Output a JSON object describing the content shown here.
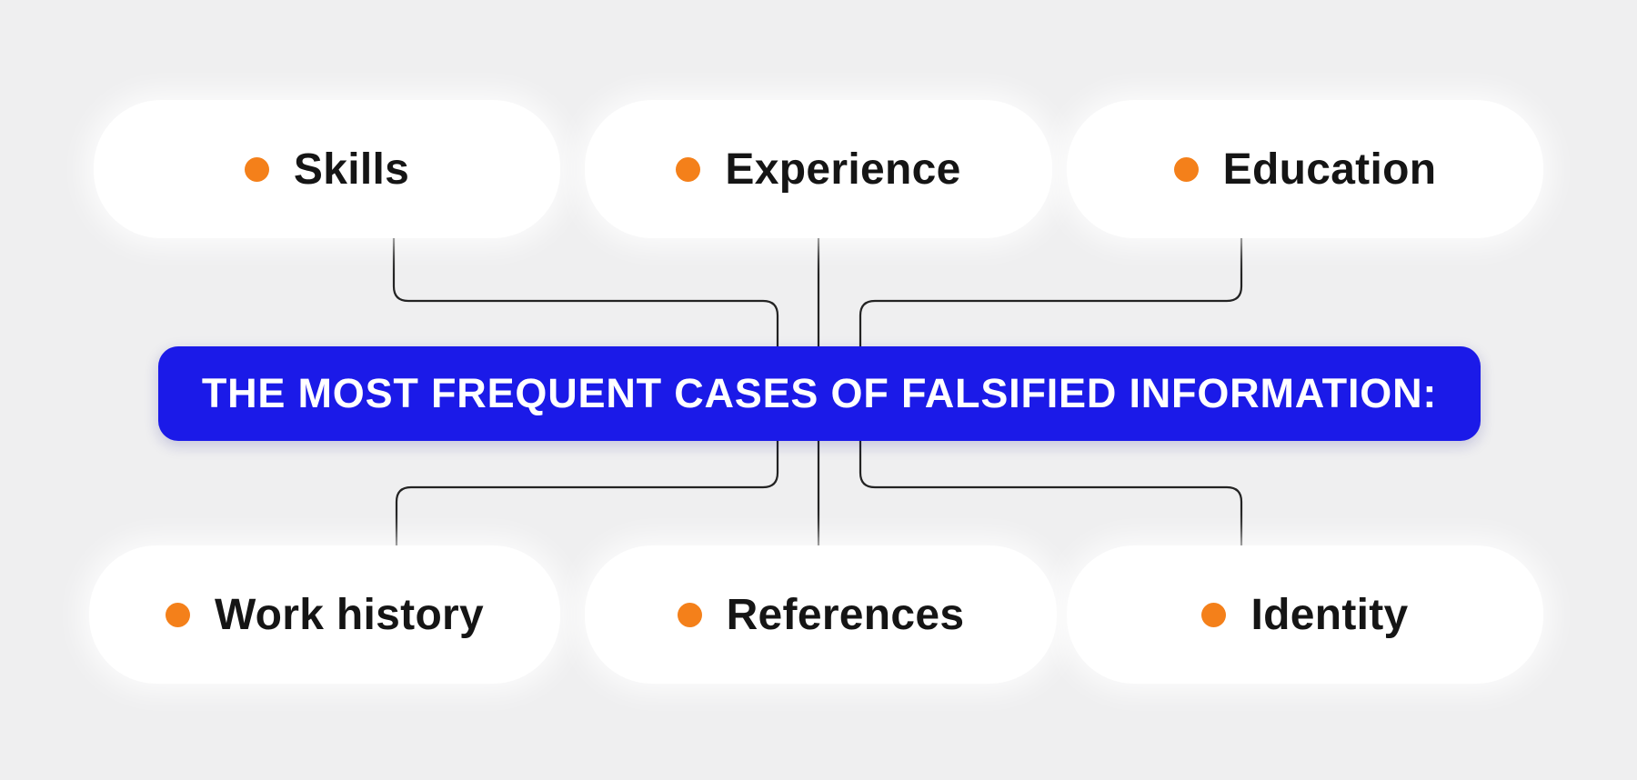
{
  "colors": {
    "background_gray": "#efeff0",
    "banner_blue": "#1b1ae8",
    "banner_text": "#ffffff",
    "dot_orange": "#f4801a",
    "box_white": "#ffffff",
    "line_dark": "#232323",
    "text_dark": "#151515"
  },
  "banner": {
    "label": "THE MOST FREQUENT CASES OF FALSIFIED INFORMATION:"
  },
  "top_row": [
    {
      "label": "Skills"
    },
    {
      "label": "Experience"
    },
    {
      "label": "Education"
    }
  ],
  "bottom_row": [
    {
      "label": "Work history"
    },
    {
      "label": "References"
    },
    {
      "label": "Identity"
    }
  ]
}
